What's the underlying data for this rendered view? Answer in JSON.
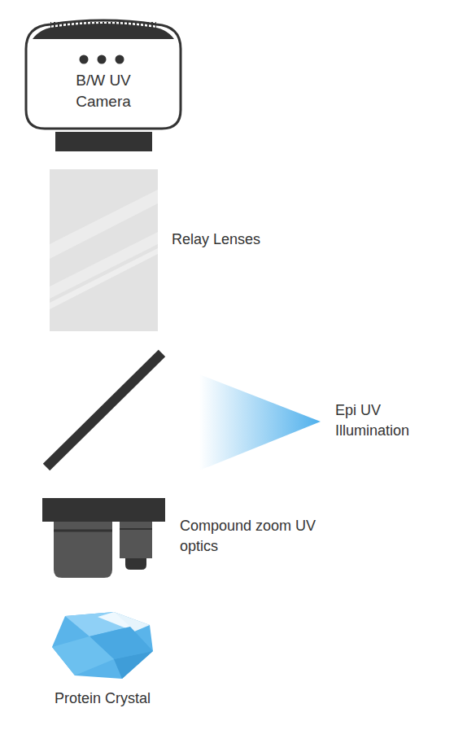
{
  "diagram": {
    "nodes": [
      {
        "text": [
          "B/W UV Camera"
        ]
      }
    ],
    "labels": [
      "Relay Lenses",
      "Epi UV Illumination",
      "Compound zoom UV optics",
      "Protein Crystal"
    ]
  }
}
